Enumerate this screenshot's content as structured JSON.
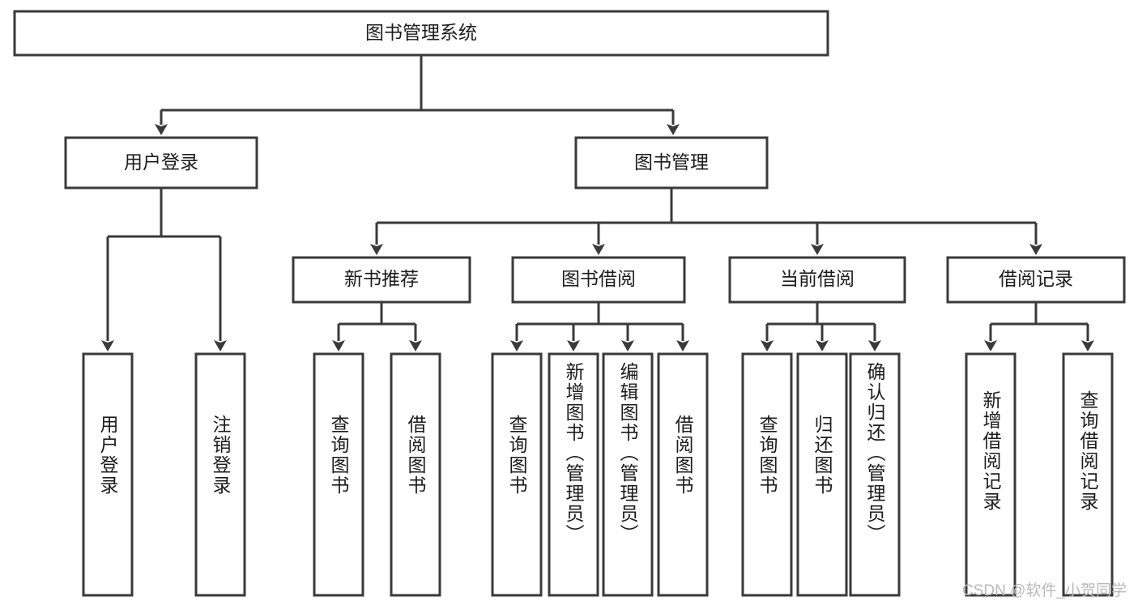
{
  "diagram": {
    "title": "图书管理系统",
    "type": "tree-hierarchy-diagram",
    "orientation": "top-down",
    "box_color": "#ffffff",
    "line_color": "#3a3a3a",
    "text_color": "#1c1c1c",
    "background_color": "#ffffff"
  },
  "watermark": {
    "text": "CSDN @软件_小贺同学",
    "color": "#b9b9b9"
  },
  "nodes": {
    "root": {
      "label": "图书管理系统",
      "level": 0
    },
    "level1": [
      {
        "id": "user-login",
        "label": "用户登录"
      },
      {
        "id": "book-manage",
        "label": "图书管理"
      }
    ],
    "level2": [
      {
        "id": "new-book-recommend",
        "label": "新书推荐",
        "parent": "book-manage"
      },
      {
        "id": "book-borrow",
        "label": "图书借阅",
        "parent": "book-manage"
      },
      {
        "id": "current-borrow",
        "label": "当前借阅",
        "parent": "book-manage"
      },
      {
        "id": "borrow-record",
        "label": "借阅记录",
        "parent": "book-manage"
      }
    ],
    "leaves": {
      "user-login": [
        {
          "id": "leaf-user-login",
          "label": "用户登录"
        },
        {
          "id": "leaf-user-logout",
          "label": "注销登录"
        }
      ],
      "new-book-recommend": [
        {
          "id": "leaf-query-book-1",
          "label": "查询图书"
        },
        {
          "id": "leaf-borrow-book-1",
          "label": "借阅图书"
        }
      ],
      "book-borrow": [
        {
          "id": "leaf-query-book-2",
          "label": "查询图书"
        },
        {
          "id": "leaf-add-book",
          "label": "新增图书（管理员）"
        },
        {
          "id": "leaf-edit-book",
          "label": "编辑图书（管理员）"
        },
        {
          "id": "leaf-borrow-book-2",
          "label": "借阅图书"
        }
      ],
      "current-borrow": [
        {
          "id": "leaf-query-book-3",
          "label": "查询图书"
        },
        {
          "id": "leaf-return-book",
          "label": "归还图书"
        },
        {
          "id": "leaf-confirm-return",
          "label": "确认归还（管理员）"
        }
      ],
      "borrow-record": [
        {
          "id": "leaf-add-record",
          "label": "新增借阅记录"
        },
        {
          "id": "leaf-query-record",
          "label": "查询借阅记录"
        }
      ]
    }
  }
}
